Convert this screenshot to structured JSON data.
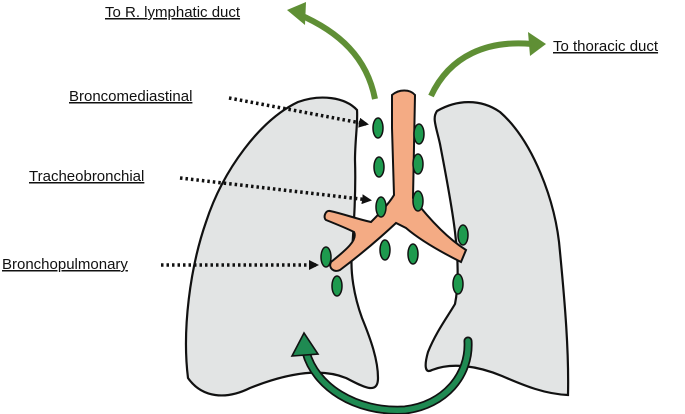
{
  "labels": {
    "right_lymphatic": "To R. lymphatic duct",
    "thoracic": "To thoracic duct",
    "broncomediastinal": "Broncomediastinal",
    "tracheobronchial": "Tracheobronchial",
    "bronchopulmonary": "Bronchopulmonary"
  },
  "colors": {
    "lung_fill": "#e2e4e4",
    "trachea_fill": "#f4ab84",
    "node_fill": "#1e9a4e",
    "outer_arrow": "#5f8f35",
    "inner_arrow": "#1f8a52",
    "outline": "#111111"
  },
  "icons": {
    "outer_arrows": "curved-arrow-icon",
    "pointers": "dotted-arrow-icon",
    "bottom_cycle": "circular-arrow-icon"
  }
}
